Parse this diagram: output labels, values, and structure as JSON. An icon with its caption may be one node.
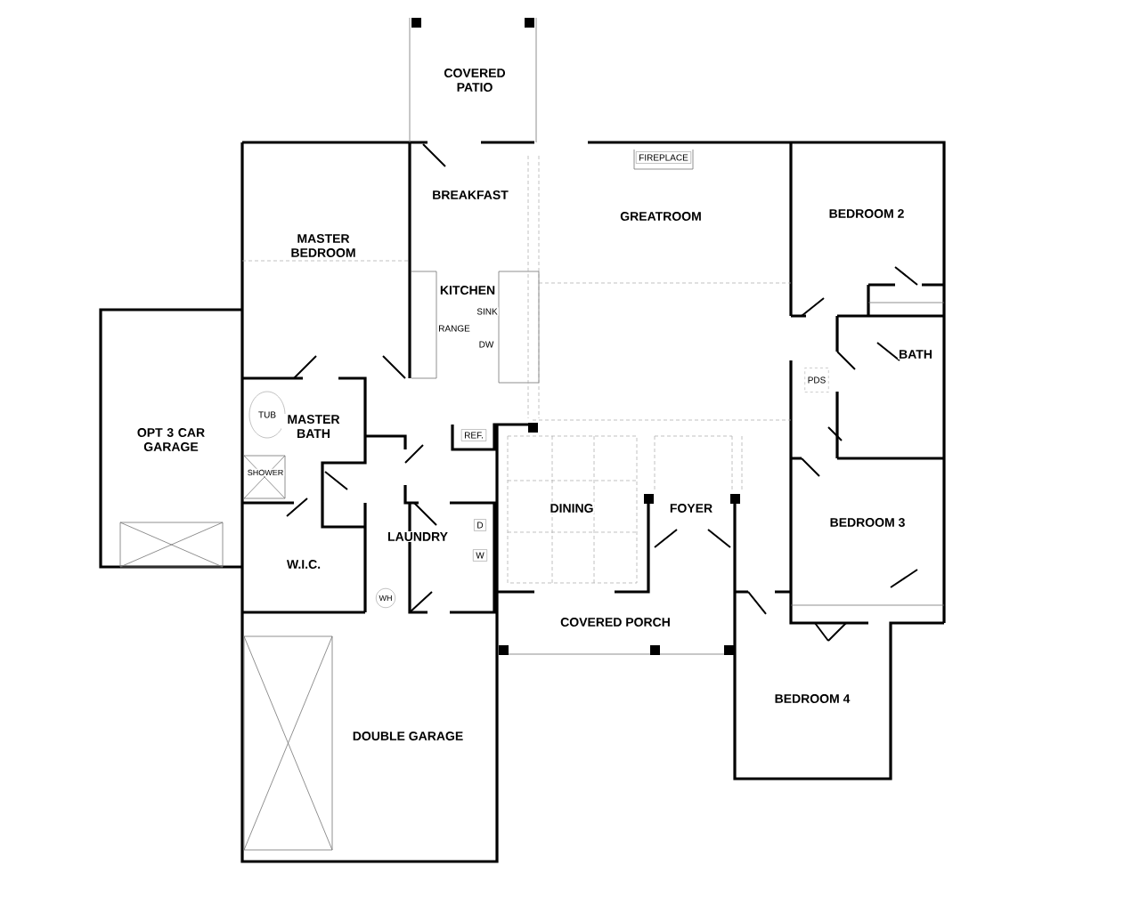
{
  "diagram": {
    "nodes": [
      {
        "text": [
          "COVERED PATIO"
        ]
      },
      {
        "text": [
          "BREAKFAST"
        ]
      },
      {
        "text": [
          "GREATROOM"
        ]
      },
      {
        "text": [
          "FIREPLACE"
        ]
      },
      {
        "text": [
          "MASTER BEDROOM"
        ]
      },
      {
        "text": [
          "KITCHEN"
        ]
      },
      {
        "text": [
          "BEDROOM 2"
        ]
      },
      {
        "text": [
          "BATH"
        ]
      },
      {
        "text": [
          "PDS"
        ]
      },
      {
        "text": [
          "OPT 3 CAR GARAGE"
        ]
      },
      {
        "text": [
          "TUB"
        ]
      },
      {
        "text": [
          "MASTER BATH"
        ]
      },
      {
        "text": [
          "SHOWER"
        ]
      },
      {
        "text": [
          "REF."
        ]
      },
      {
        "text": [
          "DINING"
        ]
      },
      {
        "text": [
          "FOYER"
        ]
      },
      {
        "text": [
          "BEDROOM 3"
        ]
      },
      {
        "text": [
          "LAUNDRY"
        ]
      },
      {
        "text": [
          "D"
        ]
      },
      {
        "text": [
          "W"
        ]
      },
      {
        "text": [
          "W.I.C."
        ]
      },
      {
        "text": [
          "WH"
        ]
      },
      {
        "text": [
          "COVERED PORCH"
        ]
      },
      {
        "text": [
          "BEDROOM 4"
        ]
      },
      {
        "text": [
          "DOUBLE GARAGE"
        ]
      }
    ],
    "labels": [
      "SINK",
      "RANGE",
      "DW"
    ]
  }
}
